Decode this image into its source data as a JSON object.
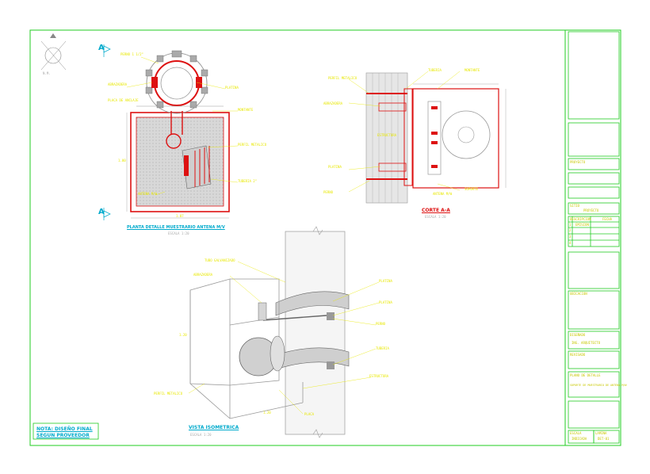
{
  "sheet": {
    "frame_color": "#22cc22",
    "accent_red": "#dd1111",
    "accent_yellow": "#e8e800",
    "accent_cyan": "#00aacc"
  },
  "north": {
    "label": "N.M."
  },
  "section_marks": {
    "top": "A",
    "bottom": "A"
  },
  "views": {
    "plan_title": "PLANTA DETALLE MUESTRARIO ANTENA M/V",
    "plan_scale": "ESCALA 1:20",
    "section_title": "CORTE A-A",
    "section_scale": "ESCALA 1:20",
    "iso_title": "VISTA ISOMETRICA",
    "iso_scale": "ESCALA 1:20"
  },
  "plan_labels": [
    "PERNO 1 1/2\"",
    "ABRAZADERA",
    "PLATINA",
    "MONTANTE",
    "PERFIL METALICO",
    "TUBERIA 2\"",
    "ANTENA M/W",
    "PLACA DE ANCLAJE"
  ],
  "section_labels": [
    "PERFIL METALICO",
    "ABRAZADERA",
    "PLATINA",
    "PERNO",
    "TUBERIA",
    "MONTANTE",
    "ESTRUCTURA",
    "SOPORTE",
    "ANTENA M/W"
  ],
  "iso_labels": [
    "TUBO GALVANIZADO",
    "ABRAZADERA",
    "PLATINA",
    "PLATINA",
    "PERNO",
    "TUBERIA",
    "ESTRUCTURA",
    "PERFIL METALICO",
    "PLACA"
  ],
  "dims": {
    "plan_w": "1.07",
    "plan_h": "1.00",
    "iso_h": "1.20",
    "iso_w": "1.20"
  },
  "note": {
    "line1": "NOTA: DISEÑO FINAL",
    "line2": "SEGUN PROVEEDOR"
  },
  "title_block": {
    "proyecto": "PROYECTO",
    "sitio": "SITIO",
    "sitio_value": "PROYECTO",
    "rev_header": [
      "DESCRIPCION",
      "FECHA"
    ],
    "rev_rows": [
      "1",
      "2",
      "3",
      "4"
    ],
    "rev_desc": "EMISION",
    "ubicacion": "UBICACION",
    "disenado": "DISEÑADO",
    "disenado_value": "ING. ARQUITECTO",
    "revisado": "REVISADO",
    "plano": "PLANO DE DETALLE",
    "plano_value": "SOPORTE DE MUESTRARIO DE ANTENA M/W",
    "escala": "ESCALA",
    "lamina": "LAMINA",
    "escala_value": "INDICADA",
    "lamina_value": "DET-01"
  }
}
